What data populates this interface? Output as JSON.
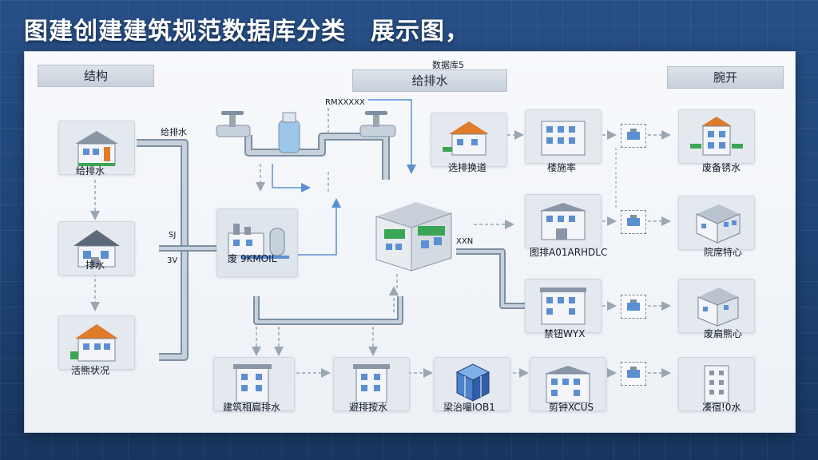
{
  "title": "图建创建建筑规范数据库分类　展示图，",
  "headers": {
    "left": "结构",
    "center": "给排水",
    "right": "腕开",
    "top_center_note": "数据库5"
  },
  "pipe_labels": {
    "left_column_pipe": "给排水",
    "left_pipe_short_a": "SJ",
    "left_pipe_short_b": "3V",
    "top_pipe_note": "RMXXXXX",
    "center_side_note": "XXN"
  },
  "nodes": {
    "left_1": "给排水",
    "left_2": "排水",
    "left_3": "活熊状况",
    "mid_tank": "废 9KMOIL",
    "row1_c1": "选排换道",
    "row1_c2": "楼施率",
    "row1_c4": "废备锈水",
    "row2_c2": "图排A01ARHDLC",
    "row2_c4": "院席特心",
    "row3_c2": "禁钮WYX",
    "row3_c4": "废扁熊心",
    "bottom_1": "建筑相扁排水",
    "bottom_2": "避排按水",
    "bottom_3": "梁治嘬IOB1",
    "bottom_4": "剪钟XCUS",
    "bottom_5": "凑宿!0水"
  },
  "colors": {
    "pipe": "#aab8c8",
    "pipe_edge": "#7d8fa3",
    "arrow": "#9aa6b2",
    "accent_green": "#3aa655",
    "accent_orange": "#e07b2a",
    "blue_line": "#5b8fd1"
  }
}
